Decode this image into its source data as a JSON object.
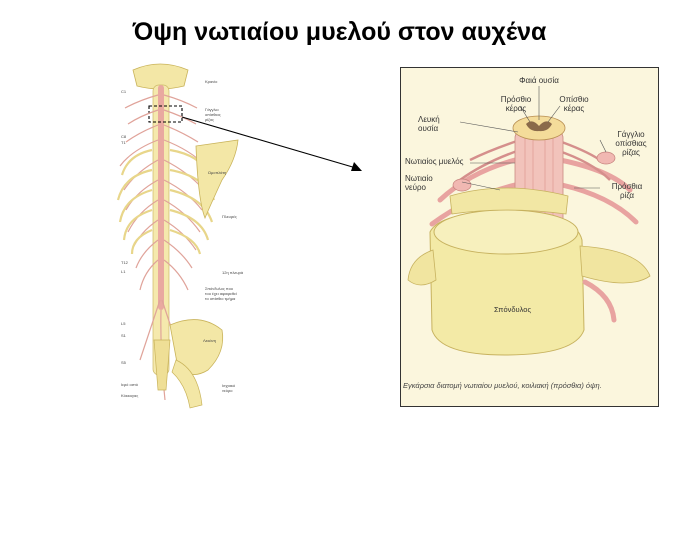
{
  "title": "Όψη νωτιαίου μυελού στον αυχένα",
  "spine_figure": {
    "labels": {
      "skull": "Κρανίο",
      "ganglion": "Γάγγλιο",
      "ganglion_2": "οπίσθιας",
      "ganglion_3": "ρίζας",
      "c1": "C1",
      "c8": "C8",
      "t1": "T1",
      "scapula": "Ωμοπλάτη",
      "ribs": "Πλευρές",
      "t12": "T12",
      "l1": "L1",
      "rib12": "12η πλευρά",
      "vert_note_1": "Σπόνδυλος που",
      "vert_note_2": "του έχει αφαιρεθεί",
      "vert_note_3": "το οπίσθιο τμήμα",
      "l5": "L5",
      "s1": "S1",
      "s5": "S5",
      "pelvis": "Λεκάνη",
      "sacrum": "Ιερό οστό",
      "coccyx": "Κόκκυγας",
      "sciatic_1": "Ισχιακό",
      "sciatic_2": "νεύρο"
    }
  },
  "inset": {
    "grey_matter": "Φαιά ουσία",
    "posterior_horn_1": "Οπίσθιο",
    "posterior_horn_2": "κέρας",
    "anterior_horn_1": "Πρόσθιο",
    "anterior_horn_2": "κέρας",
    "white_matter_1": "Λευκή",
    "white_matter_2": "ουσία",
    "spinal_cord": "Νωτιαίος μυελός",
    "spinal_nerve_1": "Νωτιαίο",
    "spinal_nerve_2": "νεύρο",
    "ganglion_1": "Γάγγλιο",
    "ganglion_2": "οπίσθιας",
    "ganglion_3": "ρίζας",
    "anterior_root_1": "Πρόσθια",
    "anterior_root_2": "ρίζα",
    "vertebra": "Σπόνδυλος",
    "caption": "Εγκάρσια διατομή νωτιαίου μυελού, κοιλιακή (πρόσθια) όψη."
  }
}
